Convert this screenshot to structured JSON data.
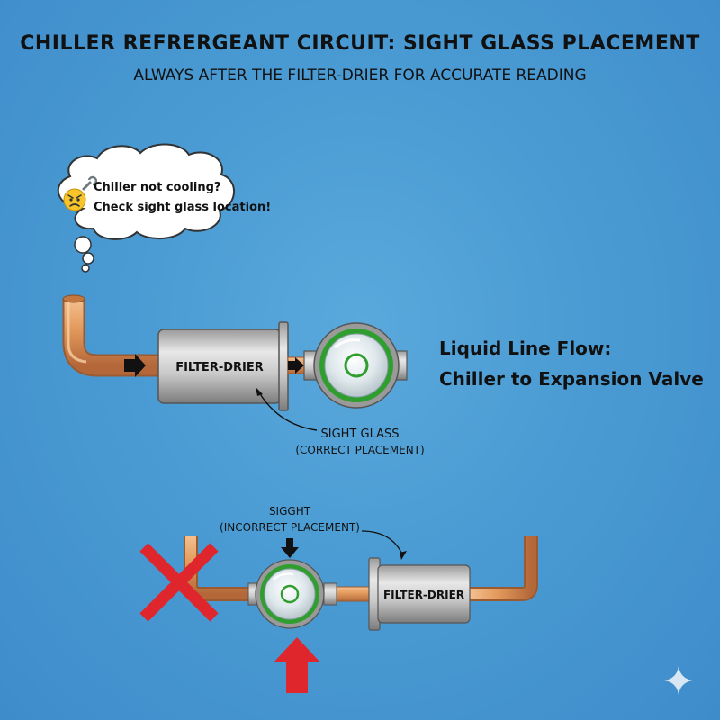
{
  "title": "CHILLER REFRERGEANT CIRCUIT: SIGHT GLASS PLACEMENT",
  "subtitle": "ALWAYS AFTER THE FILTER-DRIER FOR ACCURATE READING",
  "thought_bubble": {
    "line1": "Chiller not cooling?",
    "line2": "Check sight glass location!",
    "icon": "angry-face-wrench-icon"
  },
  "correct": {
    "filter_drier_label": "FILTER-DRIER",
    "sight_glass_label": "SIGHT GLASS",
    "placement_note": "(CORRECT PLACEMENT)"
  },
  "flow_label": {
    "line1": "Liquid Line Flow:",
    "line2": "Chiller  to Expansion Valve"
  },
  "incorrect": {
    "sight_label": "SIGGHT",
    "placement_note": "(INCORRECT PLACEMENT)",
    "filter_drier_label": "FILTER-DRIER",
    "mark": "red-x-icon"
  },
  "colors": {
    "copper": "#d98a4e",
    "glass_ring": "#2f9e2f",
    "error_red": "#e0262d",
    "background": "#4a9bd3"
  }
}
